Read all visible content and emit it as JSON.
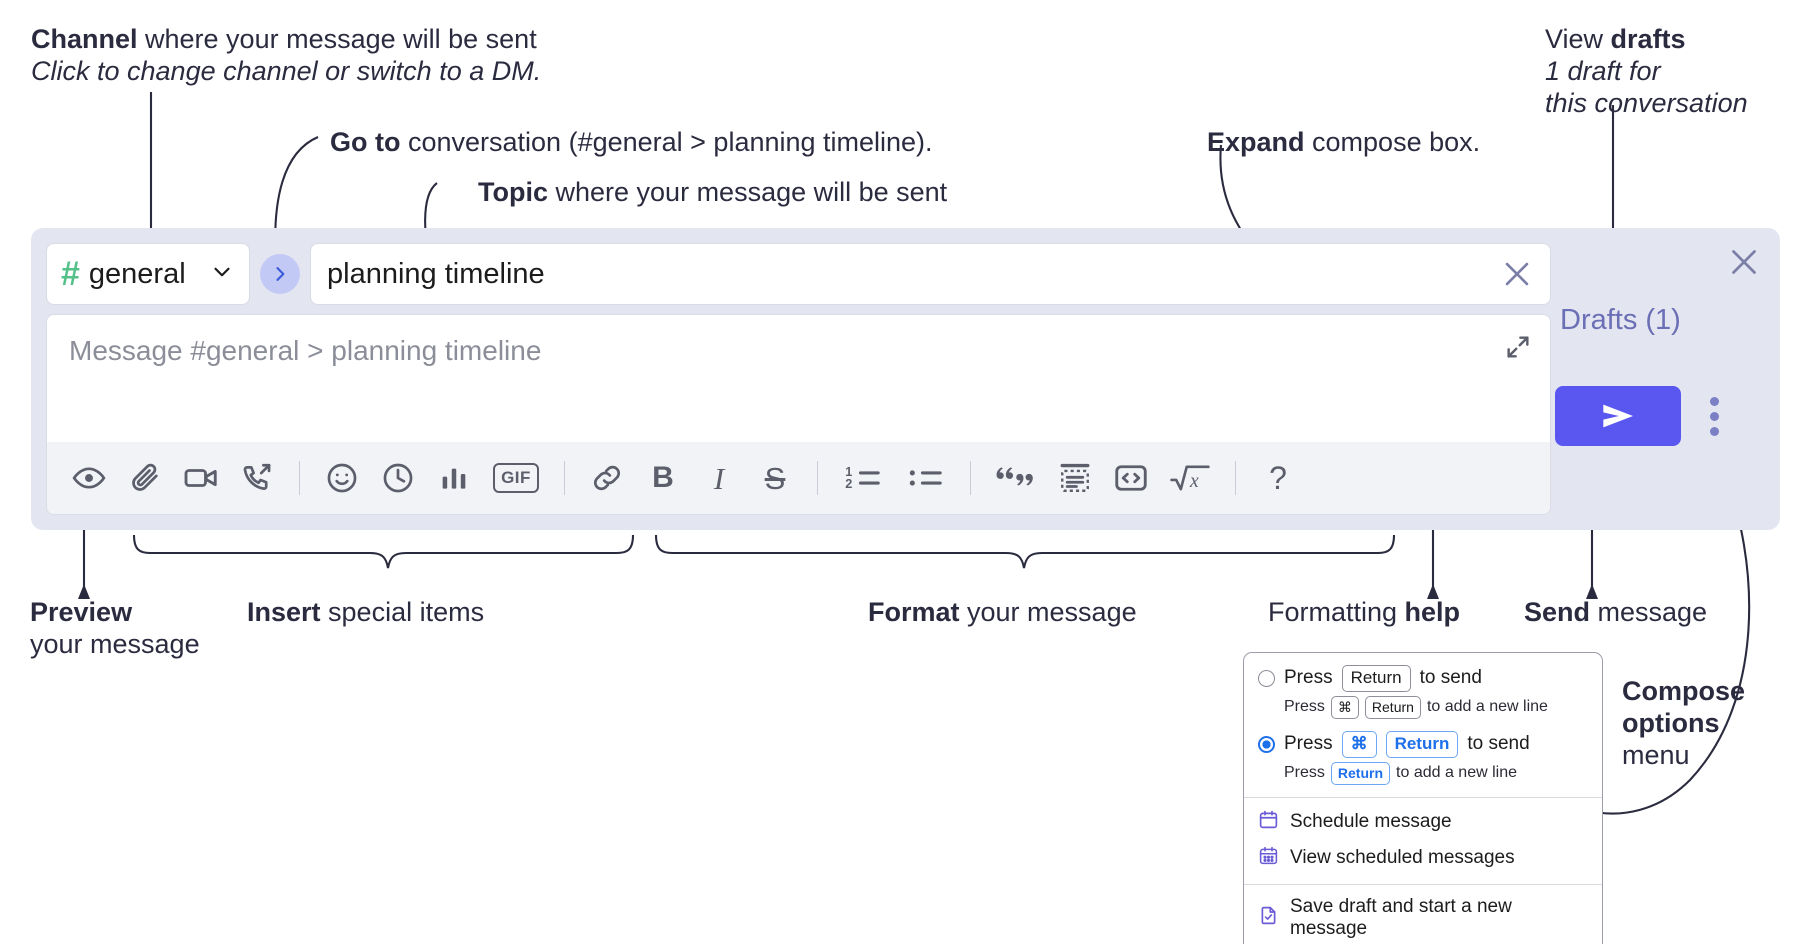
{
  "annotations": {
    "channel": {
      "bold": "Channel",
      "rest": " where your message will be sent",
      "italic": "Click to change channel or switch to a DM."
    },
    "goto": {
      "bold": "Go to",
      "rest": " conversation (#general > planning timeline)."
    },
    "topic": {
      "bold": "Topic",
      "rest": " where your message will be sent"
    },
    "expand": {
      "bold": "Expand",
      "rest": " compose box."
    },
    "drafts": {
      "plain": "View ",
      "bold": "drafts",
      "italic1": "1 draft for",
      "italic2": "this conversation"
    },
    "preview": {
      "bold": "Preview",
      "rest": "your message"
    },
    "insert": {
      "bold": "Insert",
      "rest": " special items"
    },
    "format": {
      "bold": "Format",
      "rest": " your message"
    },
    "help": {
      "plain": "Formatting ",
      "bold": "help"
    },
    "send": {
      "bold": "Send",
      "rest": " message"
    },
    "compose_options": {
      "bold1": "Compose",
      "bold2": "options",
      "rest": "menu"
    }
  },
  "compose": {
    "channel": {
      "hash": "#",
      "name": "general"
    },
    "topic": {
      "value": "planning timeline"
    },
    "message": {
      "placeholder": "Message #general > planning timeline"
    },
    "drafts_label": "Drafts (1)",
    "toolbar": [
      {
        "name": "preview-icon",
        "kind": "icon",
        "id": "eye"
      },
      {
        "name": "attach-file-icon",
        "kind": "icon",
        "id": "paperclip"
      },
      {
        "name": "video-clip-icon",
        "kind": "icon",
        "id": "video"
      },
      {
        "name": "audio-clip-icon",
        "kind": "icon",
        "id": "phone"
      },
      {
        "name": "separator-1",
        "kind": "sep"
      },
      {
        "name": "emoji-icon",
        "kind": "icon",
        "id": "smiley"
      },
      {
        "name": "reminder-icon",
        "kind": "icon",
        "id": "clock"
      },
      {
        "name": "poll-icon",
        "kind": "icon",
        "id": "bars"
      },
      {
        "name": "gif-button",
        "kind": "text",
        "label": "GIF"
      },
      {
        "name": "separator-2",
        "kind": "sep"
      },
      {
        "name": "link-icon",
        "kind": "icon",
        "id": "link"
      },
      {
        "name": "bold-button",
        "kind": "text",
        "label": "B"
      },
      {
        "name": "italic-button",
        "kind": "text",
        "label": "I"
      },
      {
        "name": "strikethrough-button",
        "kind": "text",
        "label": "S"
      },
      {
        "name": "separator-3",
        "kind": "sep"
      },
      {
        "name": "ordered-list-icon",
        "kind": "icon",
        "id": "ol"
      },
      {
        "name": "bulleted-list-icon",
        "kind": "icon",
        "id": "ul"
      },
      {
        "name": "separator-4",
        "kind": "sep"
      },
      {
        "name": "blockquote-icon",
        "kind": "icon",
        "id": "quote"
      },
      {
        "name": "code-block-icon",
        "kind": "icon",
        "id": "codeblock"
      },
      {
        "name": "code-snippet-icon",
        "kind": "icon",
        "id": "codetag"
      },
      {
        "name": "math-icon",
        "kind": "icon",
        "id": "math"
      },
      {
        "name": "separator-5",
        "kind": "sep"
      },
      {
        "name": "formatting-help-button",
        "kind": "text",
        "label": "?"
      }
    ]
  },
  "context_menu": {
    "options": [
      {
        "selected": false,
        "main_prefix": "Press",
        "main_keys": [
          "Return"
        ],
        "main_suffix": "to send",
        "sub_prefix": "Press",
        "sub_keys": [
          "⌘",
          "Return"
        ],
        "sub_suffix": "to add a new line"
      },
      {
        "selected": true,
        "main_prefix": "Press",
        "main_keys": [
          "⌘",
          "Return"
        ],
        "main_suffix": "to send",
        "sub_prefix": "Press",
        "sub_keys": [
          "Return"
        ],
        "sub_suffix": "to add a new line"
      }
    ],
    "items": [
      {
        "icon": "calendar-icon",
        "label": "Schedule message"
      },
      {
        "icon": "calendar-grid-icon",
        "label": "View scheduled messages"
      },
      {
        "icon": "save-draft-icon",
        "label": "Save draft and start a new message"
      }
    ]
  },
  "colors": {
    "panel_bg": "#e3e5f1",
    "toolbar_bg": "#f2f3f7",
    "send_button": "#5a56f0",
    "hash_green": "#54c08a",
    "goto_circle": "#c3c9f5",
    "drafts_text": "#6b6fb5",
    "accent_blue": "#1e6fea"
  }
}
